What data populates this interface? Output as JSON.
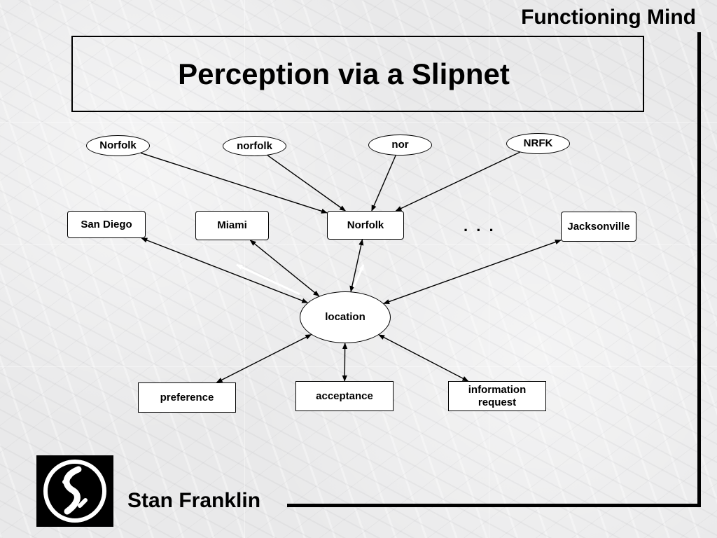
{
  "header": {
    "label": "Functioning Mind"
  },
  "title": "Perception via a Slipnet",
  "footer": {
    "author": "Stan Franklin"
  },
  "ellipsis": ". . .",
  "nodes": {
    "n_norfolk_cap": "Norfolk",
    "n_norfolk_low": "norfolk",
    "n_nor": "nor",
    "n_nrfk": "NRFK",
    "n_san_diego": "San Diego",
    "n_miami": "Miami",
    "n_norfolk_city": "Norfolk",
    "n_jacksonville": "Jacksonville",
    "n_location": "location",
    "n_preference": "preference",
    "n_acceptance": "acceptance",
    "n_information_request": "information\nrequest"
  },
  "links": [
    {
      "from": "n_norfolk_cap",
      "to": "n_norfolk_city",
      "heads": "end"
    },
    {
      "from": "n_norfolk_low",
      "to": "n_norfolk_city",
      "heads": "end"
    },
    {
      "from": "n_nor",
      "to": "n_norfolk_city",
      "heads": "end"
    },
    {
      "from": "n_nrfk",
      "to": "n_norfolk_city",
      "heads": "end"
    },
    {
      "from": "n_location",
      "to": "n_san_diego",
      "heads": "both"
    },
    {
      "from": "n_location",
      "to": "n_miami",
      "heads": "both"
    },
    {
      "from": "n_location",
      "to": "n_norfolk_city",
      "heads": "both"
    },
    {
      "from": "n_location",
      "to": "n_jacksonville",
      "heads": "both"
    },
    {
      "from": "n_location",
      "to": "n_preference",
      "heads": "both"
    },
    {
      "from": "n_location",
      "to": "n_acceptance",
      "heads": "both"
    },
    {
      "from": "n_location",
      "to": "n_information_request",
      "heads": "both"
    }
  ],
  "colors": {
    "background": "#e9e9ea",
    "ink": "#000000",
    "node_fill": "#ffffff"
  }
}
